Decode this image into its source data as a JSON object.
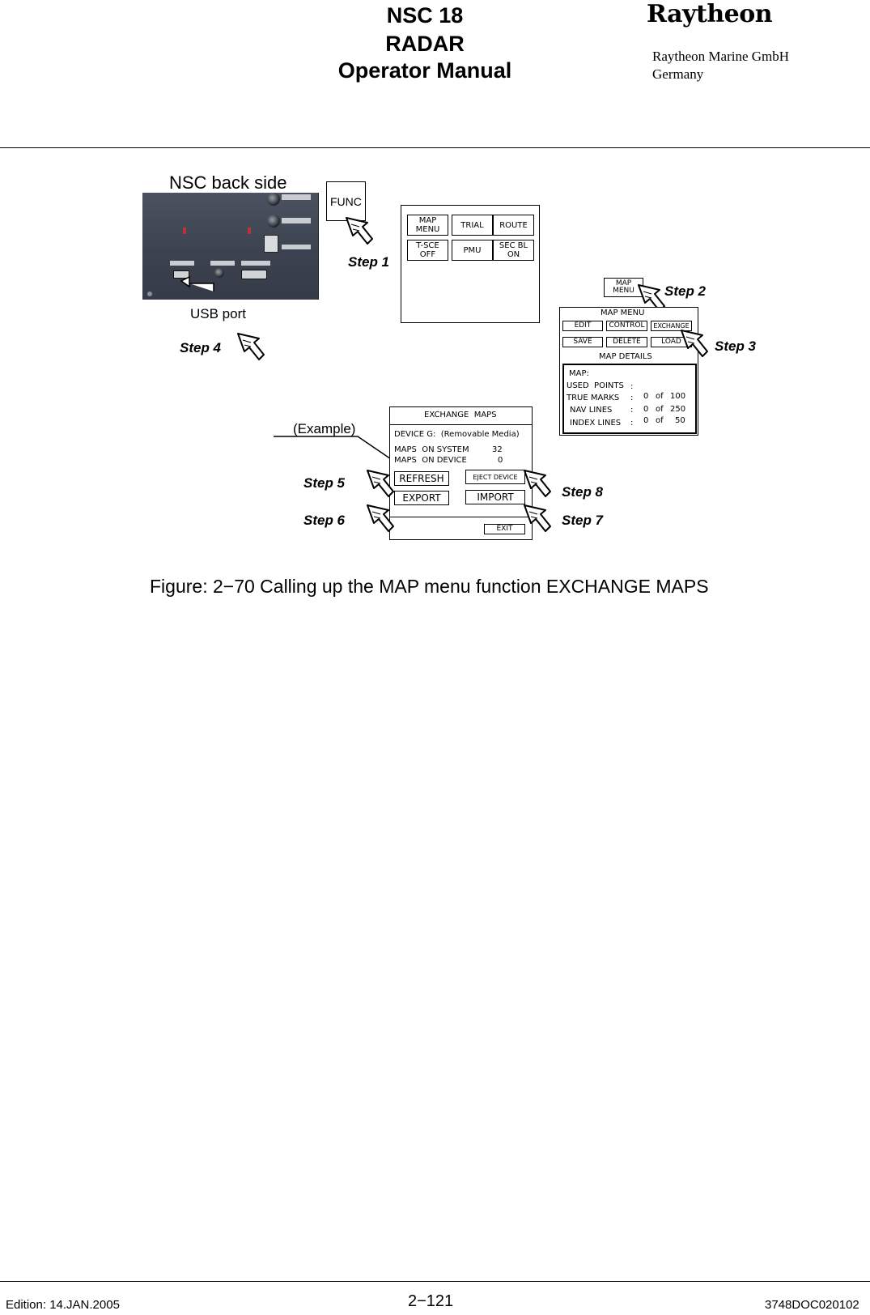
{
  "header": {
    "title_line1": "NSC 18",
    "title_line2": "RADAR",
    "title_line3": "Operator Manual",
    "brand": "Raytheon",
    "company": "Raytheon Marine GmbH",
    "country": "Germany"
  },
  "figure": {
    "nsc_back_side": "NSC back side",
    "usb_port": "USB port",
    "func_key": "FUNC",
    "example_label": "(Example)",
    "steps": {
      "step1": "Step 1",
      "step2": "Step 2",
      "step3": "Step 3",
      "step4": "Step 4",
      "step5": "Step 5",
      "step6": "Step 6",
      "step7": "Step 7",
      "step8": "Step 8"
    },
    "func_menu": {
      "map_menu": "MAP\nMENU",
      "trial": "TRIAL",
      "route": "ROUTE",
      "tsce_off": "T-SCE\nOFF",
      "pmu": "PMU",
      "sec_bl_on": "SEC BL\nON"
    },
    "map_menu_key": "MAP\nMENU",
    "map_menu": {
      "title": "MAP MENU",
      "edit": "EDIT",
      "control": "CONTROL",
      "exchange": "EXCHANGE",
      "save": "SAVE",
      "delete": "DELETE",
      "load": "LOAD",
      "details_title": "MAP DETAILS",
      "map_label": "MAP:",
      "rows": [
        {
          "label": "USED  POINTS",
          "sep": ":",
          "used": "",
          "of": "",
          "total": ""
        },
        {
          "label": "TRUE MARKS",
          "sep": ":",
          "used": "0",
          "of": "of",
          "total": "100"
        },
        {
          "label": "NAV LINES",
          "sep": ":",
          "used": "0",
          "of": "of",
          "total": "250"
        },
        {
          "label": "INDEX LINES",
          "sep": ":",
          "used": "0",
          "of": "of",
          "total": "50"
        }
      ]
    },
    "exchange_maps": {
      "title": "EXCHANGE  MAPS",
      "device": "DEVICE G:  (Removable Media)",
      "maps_on_system_label": "MAPS  ON SYSTEM",
      "maps_on_system_value": "32",
      "maps_on_device_label": "MAPS  ON DEVICE",
      "maps_on_device_value": "0",
      "refresh": "REFRESH",
      "eject_device": "EJECT DEVICE",
      "export": "EXPORT",
      "import": "IMPORT",
      "exit": "EXIT"
    },
    "caption": "Figure: 2−70 Calling up the MAP menu function EXCHANGE MAPS"
  },
  "footer": {
    "edition": "Edition: 14.JAN.2005",
    "page": "2−121",
    "doc_id": "3748DOC020102"
  }
}
